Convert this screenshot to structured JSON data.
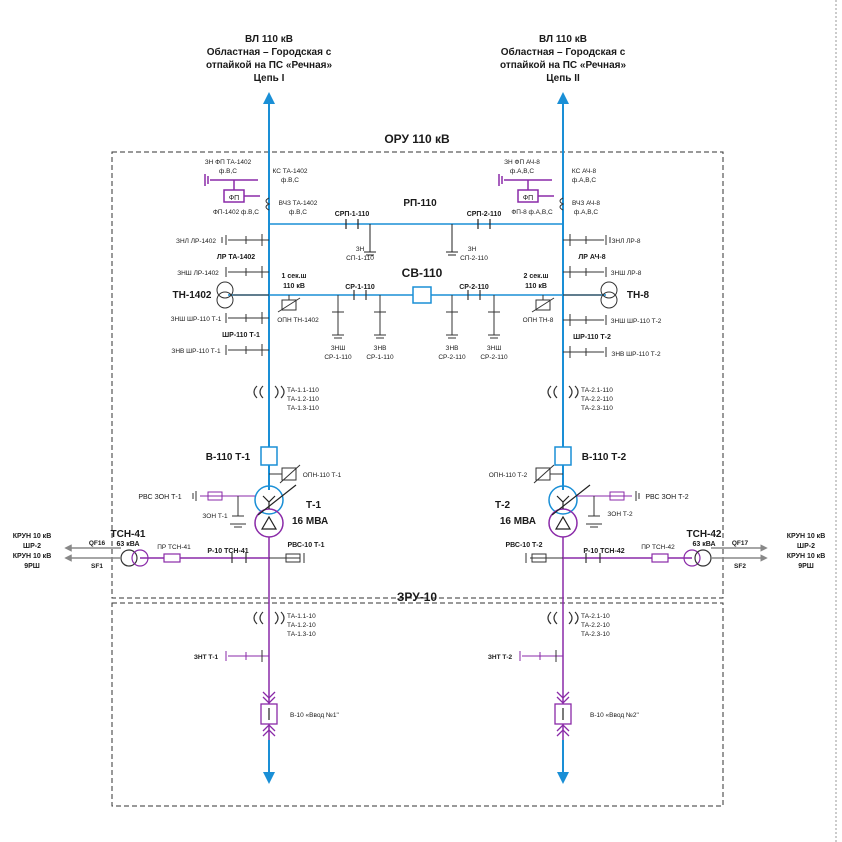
{
  "top_left": {
    "line1": "ВЛ 110 кВ",
    "line2": "Областная – Городская с",
    "line3": "отпайкой на ПС «Речная»",
    "line4": "Цепь I"
  },
  "top_right": {
    "line1": "ВЛ 110 кВ",
    "line2": "Областная – Городская с",
    "line3": "отпайкой на ПС «Речная»",
    "line4": "Цепь II"
  },
  "oru_title": "ОРУ 110 кВ",
  "zru_title": "ЗРУ-10",
  "labels": {
    "zn_fp_ta": "ЗН ФП ТА-1402",
    "fvc_l": "ф.В,С",
    "ks_ta": "КС ТА-1402",
    "ks_ta_ph": "ф.В,С",
    "fp": "ФП",
    "fp_1402": "ФП-1402 ф.В,С",
    "vchz_ta": "ВЧЗ ТА-1402",
    "vchz_ta_ph": "ф.В,С",
    "zn_fp_ach": "ЗН ФП АЧ-8",
    "fabc_r": "ф.А,В,С",
    "ks_ach": "КС АЧ-8",
    "ks_ach_ph": "ф.А,В,С",
    "fp_8": "ФП-8 ф.А,В,С",
    "vchz_ach": "ВЧЗ АЧ-8",
    "vchz_ach_ph": "ф.А,В,С",
    "rp110": "РП-110",
    "srp1": "СРП-1-110",
    "srp2": "СРП-2-110",
    "zn_sp1_a": "ЗН",
    "zn_sp1_b": "СП-1-110",
    "zn_sp2_a": "ЗН",
    "zn_sp2_b": "СП-2-110",
    "znl_1402": "ЗНЛ ЛР-1402",
    "lr_1402": "ЛР ТА-1402",
    "znl_8": "ЗНЛ ЛР-8",
    "lr_8": "ЛР АЧ-8",
    "znsh_1402": "ЗНШ ЛР-1402",
    "znsh_8": "ЗНШ ЛР-8",
    "sek1_a": "1 сек.ш",
    "sek1_b": "110 кВ",
    "sek2_a": "2 сек.ш",
    "sek2_b": "110 кВ",
    "sv110": "СВ-110",
    "sr1": "СР-1-110",
    "sr2": "СР-2-110",
    "tn1402": "ТН-1402",
    "tn8": "ТН-8",
    "opn1402": "ОПН ТН-1402",
    "opn8": "ОПН ТН-8",
    "znsh_sr1_a": "ЗНШ",
    "znsh_sr1_b": "СР-1-110",
    "znv_sr1_a": "ЗНВ",
    "znv_sr1_b": "СР-1-110",
    "znv_sr2_a": "ЗНВ",
    "znv_sr2_b": "СР-2-110",
    "znsh_sr2_a": "ЗНШ",
    "znsh_sr2_b": "СР-2-110",
    "znsh_shr1": "ЗНШ ШР-110 Т-1",
    "shr1": "ШР-110 Т-1",
    "znv_shr1": "ЗНВ ШР-110 Т-1",
    "znsh_shr2": "ЗНШ ШР-110 Т-2",
    "shr2": "ШР-110 Т-2",
    "znv_shr2": "ЗНВ ШР-110 Т-2",
    "ta1_1": "ТА-1.1-110",
    "ta1_2": "ТА-1.2-110",
    "ta1_3": "ТА-1.3-110",
    "ta2_1": "ТА-2.1-110",
    "ta2_2": "ТА-2.2-110",
    "ta2_3": "ТА-2.3-110",
    "v110t1": "В-110 Т-1",
    "v110t2": "В-110 Т-2",
    "opn110t1": "ОПН-110 Т-1",
    "opn110t2": "ОПН-110 Т-2",
    "rvs_zon1": "РВС ЗОН Т-1",
    "rvs_zon2": "РВС ЗОН Т-2",
    "zon1": "ЗОН Т-1",
    "zon2": "ЗОН Т-2",
    "t1": "Т-1",
    "t1p": "16 МВА",
    "t2": "Т-2",
    "t2p": "16 МВА",
    "tsn41": "ТСН-41",
    "tsn41p": "63 кВА",
    "tsn42": "ТСН-42",
    "tsn42p": "63 кВА",
    "pr41": "ПР ТСН-41",
    "pr42": "ПР ТСН-42",
    "r10_41": "Р-10 ТСН-41",
    "r10_42": "Р-10 ТСН-42",
    "rvs10t1": "РВС-10 Т-1",
    "rvs10t2": "РВС-10 Т-2",
    "qf16": "QF16",
    "sf1": "SF1",
    "qf17": "QF17",
    "sf2": "SF2",
    "krun_l1a": "КРУН 10 кВ",
    "krun_l1b": "ШР-2",
    "krun_l2a": "КРУН 10 кВ",
    "krun_l2b": "9РШ",
    "krun_r1a": "КРУН 10 кВ",
    "krun_r1b": "ШР-2",
    "krun_r2a": "КРУН 10 кВ",
    "krun_r2b": "9РШ",
    "ta10_1_1": "ТА-1.1-10",
    "ta10_1_2": "ТА-1.2-10",
    "ta10_1_3": "ТА-1.3-10",
    "ta10_2_1": "ТА-2.1-10",
    "ta10_2_2": "ТА-2.2-10",
    "ta10_2_3": "ТА-2.3-10",
    "znt1": "ЗНТ Т-1",
    "znt2": "ЗНТ Т-2",
    "v10_1": "В-10 «Ввод №1\"",
    "v10_2": "В-10 «Ввод №2\""
  },
  "colors": {
    "hv": "#1a8fd6",
    "lv": "#8a2aa8",
    "frame": "#333333"
  }
}
